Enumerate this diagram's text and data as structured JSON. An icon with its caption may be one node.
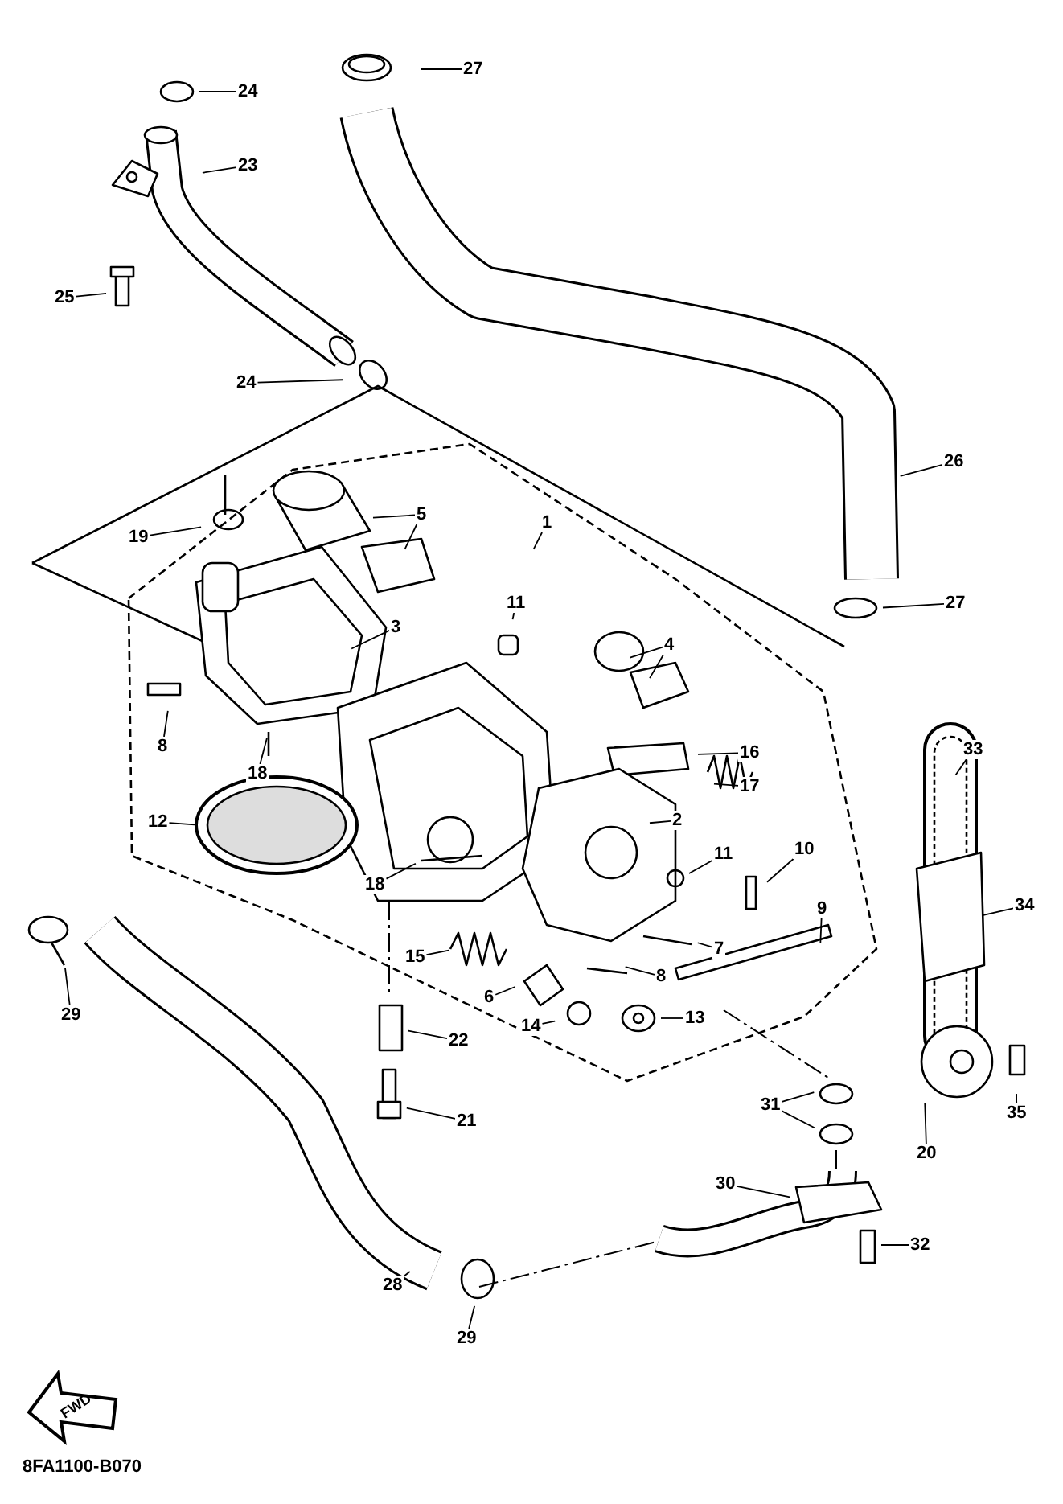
{
  "diagram": {
    "nodes": [
      {
        "text": [
          "27"
        ]
      },
      {
        "text": [
          "24"
        ]
      },
      {
        "text": [
          "23"
        ]
      },
      {
        "text": [
          "25"
        ]
      },
      {
        "text": [
          "24"
        ]
      },
      {
        "text": [
          "26"
        ]
      },
      {
        "text": [
          "5"
        ]
      },
      {
        "text": [
          "1"
        ]
      },
      {
        "text": [
          "19"
        ]
      },
      {
        "text": [
          "11"
        ]
      },
      {
        "text": [
          "27"
        ]
      },
      {
        "text": [
          "3"
        ]
      },
      {
        "text": [
          "4"
        ]
      },
      {
        "text": [
          "8"
        ]
      },
      {
        "text": [
          "33"
        ]
      },
      {
        "text": [
          "16"
        ]
      },
      {
        "text": [
          "18"
        ]
      },
      {
        "text": [
          "17"
        ]
      },
      {
        "text": [
          "2"
        ]
      },
      {
        "text": [
          "12"
        ]
      },
      {
        "text": [
          "10"
        ]
      },
      {
        "text": [
          "11"
        ]
      },
      {
        "text": [
          "18"
        ]
      },
      {
        "text": [
          "34"
        ]
      },
      {
        "text": [
          "9"
        ]
      },
      {
        "text": [
          "7"
        ]
      },
      {
        "text": [
          "15"
        ]
      },
      {
        "text": [
          "8"
        ]
      },
      {
        "text": [
          "6"
        ]
      },
      {
        "text": [
          "29"
        ]
      },
      {
        "text": [
          "13"
        ]
      },
      {
        "text": [
          "14"
        ]
      },
      {
        "text": [
          "22"
        ]
      },
      {
        "text": [
          "35"
        ]
      },
      {
        "text": [
          "31"
        ]
      },
      {
        "text": [
          "21"
        ]
      },
      {
        "text": [
          "20"
        ]
      },
      {
        "text": [
          "30"
        ]
      },
      {
        "text": [
          "32"
        ]
      },
      {
        "text": [
          "28"
        ]
      },
      {
        "text": [
          "29"
        ]
      }
    ],
    "edges": [
      {
        "from": 0,
        "to": null,
        "arrow": "none"
      },
      {
        "from": 1,
        "to": null,
        "arrow": "none"
      },
      {
        "from": 2,
        "to": null,
        "arrow": "none"
      },
      {
        "from": 3,
        "to": null,
        "arrow": "none"
      },
      {
        "from": 4,
        "to": null,
        "arrow": "none"
      },
      {
        "from": 5,
        "to": null,
        "arrow": "none"
      },
      {
        "from": 6,
        "to": null,
        "arrow": "none"
      },
      {
        "from": 6,
        "to": null,
        "arrow": "none"
      },
      {
        "from": 7,
        "to": null,
        "arrow": "none"
      },
      {
        "from": 8,
        "to": null,
        "arrow": "none"
      },
      {
        "from": 9,
        "to": null,
        "arrow": "none"
      },
      {
        "from": 10,
        "to": null,
        "arrow": "none"
      },
      {
        "from": 11,
        "to": null,
        "arrow": "none"
      },
      {
        "from": 12,
        "to": null,
        "arrow": "none"
      },
      {
        "from": 12,
        "to": null,
        "arrow": "none"
      },
      {
        "from": 13,
        "to": null,
        "arrow": "none"
      },
      {
        "from": 14,
        "to": null,
        "arrow": "none"
      },
      {
        "from": 15,
        "to": null,
        "arrow": "none"
      },
      {
        "from": 16,
        "to": null,
        "arrow": "none"
      },
      {
        "from": 17,
        "to": null,
        "arrow": "none"
      },
      {
        "from": 18,
        "to": null,
        "arrow": "none"
      },
      {
        "from": 19,
        "to": null,
        "arrow": "none"
      },
      {
        "from": 20,
        "to": null,
        "arrow": "none"
      },
      {
        "from": 21,
        "to": null,
        "arrow": "none"
      },
      {
        "from": 22,
        "to": null,
        "arrow": "none"
      },
      {
        "from": 23,
        "to": null,
        "arrow": "none"
      },
      {
        "from": 24,
        "to": null,
        "arrow": "none"
      },
      {
        "from": 25,
        "to": null,
        "arrow": "none"
      },
      {
        "from": 26,
        "to": null,
        "arrow": "none"
      },
      {
        "from": 27,
        "to": null,
        "arrow": "none"
      },
      {
        "from": 28,
        "to": null,
        "arrow": "none"
      },
      {
        "from": 29,
        "to": null,
        "arrow": "none"
      },
      {
        "from": 30,
        "to": null,
        "arrow": "none"
      },
      {
        "from": 31,
        "to": null,
        "arrow": "none"
      },
      {
        "from": 32,
        "to": null,
        "arrow": "none"
      },
      {
        "from": 33,
        "to": null,
        "arrow": "none"
      },
      {
        "from": 34,
        "to": null,
        "arrow": "none"
      },
      {
        "from": 34,
        "to": null,
        "arrow": "none"
      },
      {
        "from": 35,
        "to": null,
        "arrow": "none"
      },
      {
        "from": 36,
        "to": null,
        "arrow": "none"
      },
      {
        "from": 37,
        "to": null,
        "arrow": "none"
      },
      {
        "from": 38,
        "to": null,
        "arrow": "none"
      },
      {
        "from": 39,
        "to": null,
        "arrow": "none"
      },
      {
        "from": 40,
        "to": null,
        "arrow": "none"
      }
    ],
    "labels": [
      "FWD",
      "8FA1100-B070"
    ]
  }
}
